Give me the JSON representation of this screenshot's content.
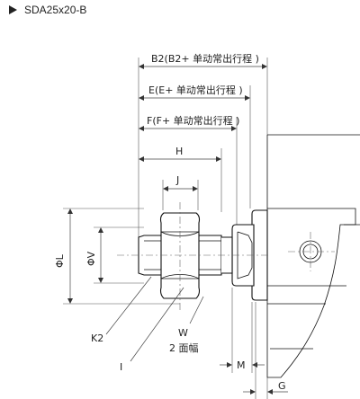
{
  "title": "SDA25x20-B",
  "labels": {
    "b2": "B2(B2+ 单动常出行程 )",
    "e": "E(E+ 单动常出行程 )",
    "f": "F(F+ 单动常出行程 )",
    "h": "H",
    "j": "J",
    "phi_l": "ΦL",
    "phi_v": "ΦV",
    "k2": "K2",
    "w": "W",
    "w_note": "2 面幅",
    "i": "I",
    "m": "M",
    "g": "G"
  }
}
